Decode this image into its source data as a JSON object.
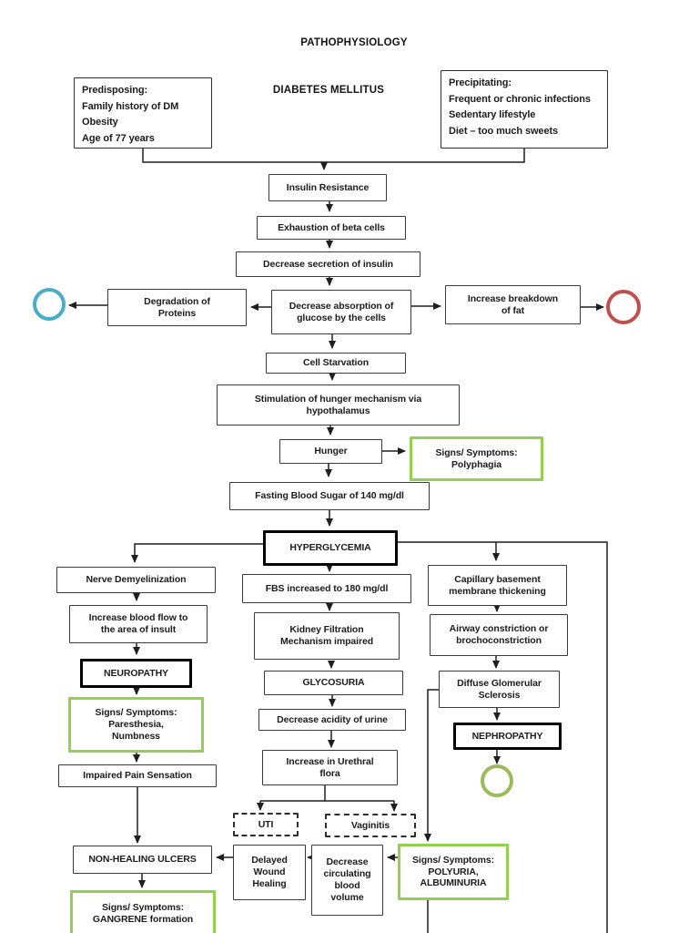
{
  "title": "PATHOPHYSIOLOGY",
  "heading": "DIABETES MELLITUS",
  "nodes": {
    "predisposing": "Predisposing:\nFamily history of DM\nObesity\nAge of 77 years",
    "precipitating": "Precipitating:\nFrequent or chronic infections\nSedentary lifestyle\nDiet – too much sweets",
    "insulin_resistance": "Insulin Resistance",
    "exhaustion_beta_cells": "Exhaustion of beta cells",
    "decrease_secretion_insulin": "Decrease secretion of insulin",
    "degradation_proteins": "Degradation of\nProteins",
    "decrease_absorption_glucose": "Decrease absorption of\nglucose by the cells",
    "increase_breakdown_fat": "Increase breakdown\nof fat",
    "cell_starvation": "Cell Starvation",
    "stimulation_hunger": "Stimulation of hunger mechanism via\nhypothalamus",
    "hunger": "Hunger",
    "polyphagia": "Signs/ Symptoms:\nPolyphagia",
    "fasting_blood_sugar": "Fasting Blood Sugar of 140 mg/dl",
    "hyperglycemia": "HYPERGLYCEMIA",
    "nerve_demyelinization": "Nerve Demyelinization",
    "increase_blood_flow": "Increase blood flow to\nthe area of insult",
    "neuropathy": "NEUROPATHY",
    "paresthesia": "Signs/ Symptoms:\nParesthesia,\nNumbness",
    "impaired_pain": "Impaired Pain Sensation",
    "fbs_increased": "FBS increased to 180 mg/dl",
    "kidney_filtration": "Kidney Filtration\nMechanism impaired",
    "glycosuria": "GLYCOSURIA",
    "decrease_acidity_urine": "Decrease acidity of urine",
    "urethral_flora": "Increase in Urethral\nflora",
    "uti": "UTI",
    "vaginitis": "Vaginitis",
    "capillary_basement": "Capillary basement\nmembrane thickening",
    "airway_constriction": "Airway constriction or\nbrochoconstriction",
    "diffuse_glomerular": "Diffuse Glomerular\nSclerosis",
    "nephropathy": "NEPHROPATHY",
    "non_healing_ulcers": "NON-HEALING ULCERS",
    "gangrene": "Signs/ Symptoms:\nGANGRENE formation",
    "delayed_wound_healing": "Delayed\nWound\nHealing",
    "decrease_circulating_volume": "Decrease\ncirculating\nblood\nvolume",
    "polyuria_albuminuria": "Signs/ Symptoms:\nPOLYURIA,\nALBUMINURIA"
  },
  "colors": {
    "blue_circle": "#4bacc6",
    "red_circle": "#c0504d",
    "green_circle": "#9bbb59",
    "highlight_green": "#92d050",
    "line": "#1f1f1f"
  },
  "edges": [
    "predisposing -> insulin_resistance",
    "precipitating -> insulin_resistance",
    "insulin_resistance -> exhaustion_beta_cells",
    "exhaustion_beta_cells -> decrease_secretion_insulin",
    "decrease_secretion_insulin -> decrease_absorption_glucose",
    "decrease_absorption_glucose -> degradation_proteins",
    "degradation_proteins -> blue_circle",
    "decrease_absorption_glucose -> increase_breakdown_fat",
    "increase_breakdown_fat -> red_circle",
    "decrease_absorption_glucose -> cell_starvation",
    "cell_starvation -> stimulation_hunger",
    "stimulation_hunger -> hunger",
    "hunger -> polyphagia",
    "hunger -> fasting_blood_sugar",
    "fasting_blood_sugar -> hyperglycemia",
    "hyperglycemia -> nerve_demyelinization",
    "hyperglycemia -> fbs_increased",
    "hyperglycemia -> capillary_basement",
    "hyperglycemia -> right-edge-continuation-line",
    "nerve_demyelinization -> increase_blood_flow",
    "increase_blood_flow -> neuropathy",
    "neuropathy -> paresthesia",
    "paresthesia -> impaired_pain",
    "impaired_pain -> non_healing_ulcers",
    "non_healing_ulcers -> gangrene",
    "fbs_increased -> kidney_filtration",
    "kidney_filtration -> glycosuria",
    "glycosuria -> decrease_acidity_urine",
    "decrease_acidity_urine -> urethral_flora",
    "urethral_flora -> uti",
    "urethral_flora -> vaginitis",
    "capillary_basement -> airway_constriction",
    "airway_constriction -> diffuse_glomerular",
    "diffuse_glomerular -> nephropathy",
    "diffuse_glomerular -> polyuria_albuminuria",
    "nephropathy -> green_circle",
    "polyuria_albuminuria -> decrease_circulating_volume",
    "polyuria_albuminuria -> bottom-continuation-line",
    "decrease_circulating_volume -> delayed_wound_healing",
    "delayed_wound_healing -> non_healing_ulcers"
  ]
}
